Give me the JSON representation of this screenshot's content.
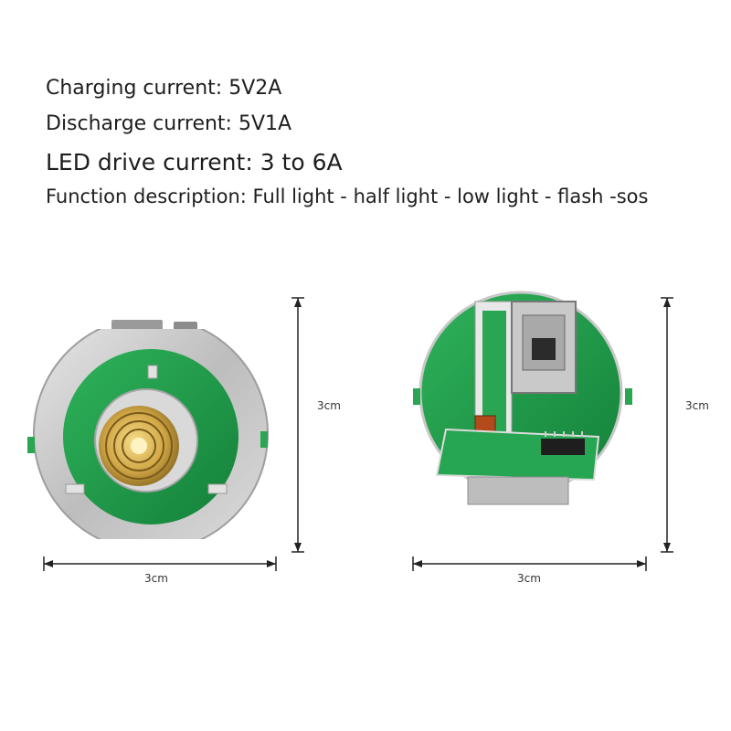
{
  "specs": {
    "charging": "Charging current: 5V2A",
    "discharge": "Discharge current: 5V1A",
    "led": "LED drive current: 3 to 6A",
    "function": "Function description: Full light - half light - low light - flash -sos"
  },
  "dimensions": {
    "left_width": "3cm",
    "left_height": "3cm",
    "right_width": "3cm",
    "right_height": "3cm"
  },
  "colors": {
    "pcb_green": "#1f9a4a",
    "silver": "#cfcfcf",
    "brass": "#d8b45a"
  }
}
